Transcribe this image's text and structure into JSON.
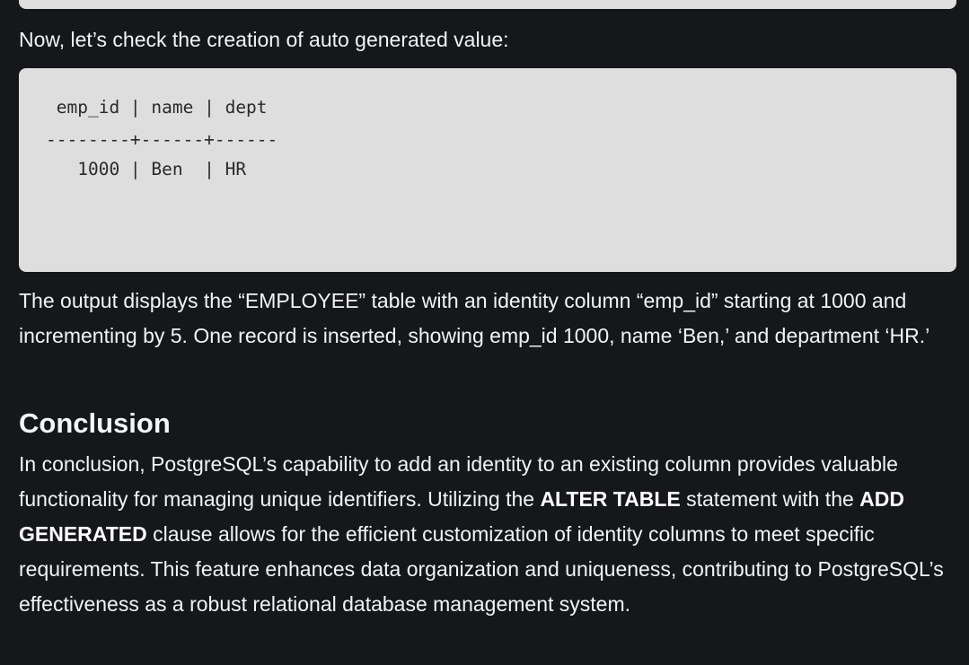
{
  "intro": "Now, let’s check the creation of auto generated value:",
  "code": {
    "lines": [
      " emp_id | name | dept",
      "--------+------+------",
      "   1000 | Ben  | HR"
    ]
  },
  "output_description": "The output displays the “EMPLOYEE” table with an identity column “emp_id” starting at 1000 and incrementing by 5. One record is inserted, showing emp_id 1000, name ‘Ben,’ and department ‘HR.’",
  "conclusion": {
    "heading": "Conclusion",
    "text_1": "In conclusion, PostgreSQL’s capability to add an identity to an existing column provides valuable functionality for managing unique identifiers. Utilizing the ",
    "bold_1": "ALTER TABLE",
    "text_2": " statement with the ",
    "bold_2": "ADD GENERATED",
    "text_3": " clause allows for the efficient customization of identity columns to meet specific requirements. This feature enhances data organization and uniqueness, contributing to PostgreSQL’s effectiveness as a robust relational database management system."
  }
}
